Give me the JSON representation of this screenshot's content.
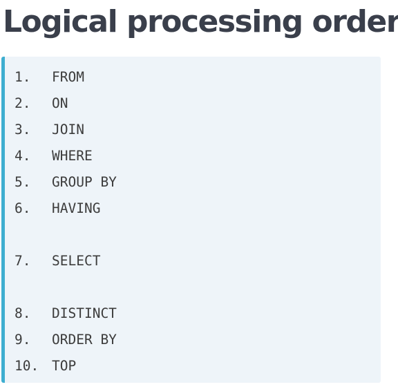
{
  "title": "Logical processing order",
  "steps": [
    {
      "number": "1.",
      "keyword": "FROM"
    },
    {
      "number": "2.",
      "keyword": "ON"
    },
    {
      "number": "3.",
      "keyword": "JOIN"
    },
    {
      "number": "4.",
      "keyword": "WHERE"
    },
    {
      "number": "5.",
      "keyword": "GROUP BY"
    },
    {
      "number": "6.",
      "keyword": "HAVING"
    },
    {
      "number": "7.",
      "keyword": "SELECT"
    },
    {
      "number": "8.",
      "keyword": "DISTINCT"
    },
    {
      "number": "9.",
      "keyword": "ORDER BY"
    },
    {
      "number": "10.",
      "keyword": "TOP"
    }
  ],
  "colors": {
    "title": "#3a3f4b",
    "code_background": "#eef4f9",
    "accent_border": "#3eaed0",
    "code_text": "#3c3c3c"
  }
}
